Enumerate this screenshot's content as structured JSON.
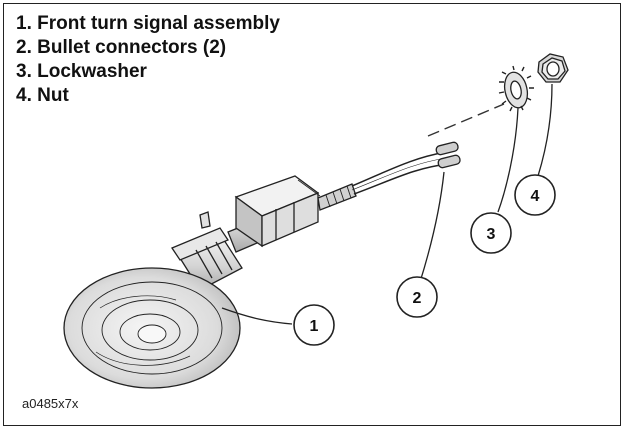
{
  "legend": {
    "items": [
      "1. Front turn signal assembly",
      "2. Bullet connectors (2)",
      "3. Lockwasher",
      "4. Nut"
    ]
  },
  "callouts": [
    "1",
    "2",
    "3",
    "4"
  ],
  "figure_id": "a0485x7x"
}
